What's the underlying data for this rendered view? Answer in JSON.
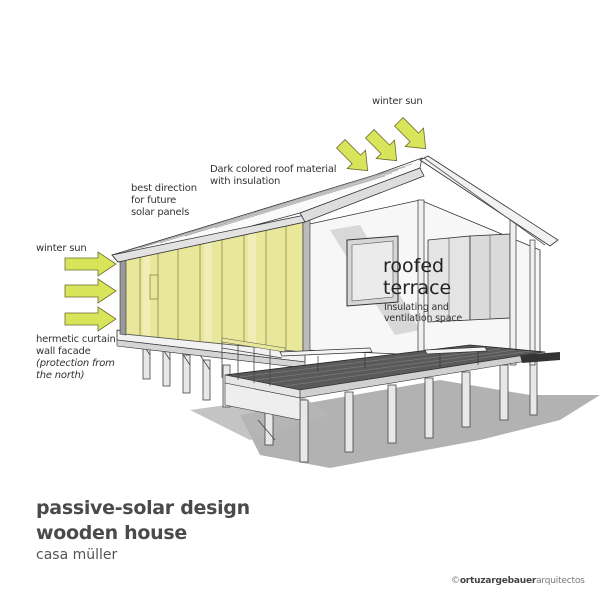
{
  "diagram": {
    "type": "architectural-perspective",
    "subject": "passive-solar wooden house on stilts with roofed terrace",
    "colors": {
      "highlight_yellow": "#e9e79a",
      "arrow_fill": "#d8e45a",
      "arrow_stroke": "#6b6b30",
      "line": "#333333",
      "shadow": "#a9a9a9",
      "text": "#333333",
      "title_text": "#4a4a4c"
    }
  },
  "annotations": {
    "winter_sun_top": "winter sun",
    "winter_sun_left": "winter sun",
    "roof_material": [
      "Dark colored roof material",
      "with insulation"
    ],
    "solar_panels": [
      "best direction",
      "for future",
      "solar panels"
    ],
    "curtain_wall": [
      "hermetic curtain",
      "wall facade"
    ],
    "curtain_wall_note": [
      "(protection from",
      "the north)"
    ],
    "terrace_title_1": "roofed",
    "terrace_title_2": "terrace",
    "terrace_note": [
      "Insulating and",
      "ventilation space"
    ]
  },
  "titles": {
    "line1": "passive-solar design",
    "line2": "wooden house",
    "line3": "casa müller"
  },
  "credit": {
    "symbol": "©",
    "bold": "ortuzargebauer",
    "regular": "arquitectos"
  }
}
